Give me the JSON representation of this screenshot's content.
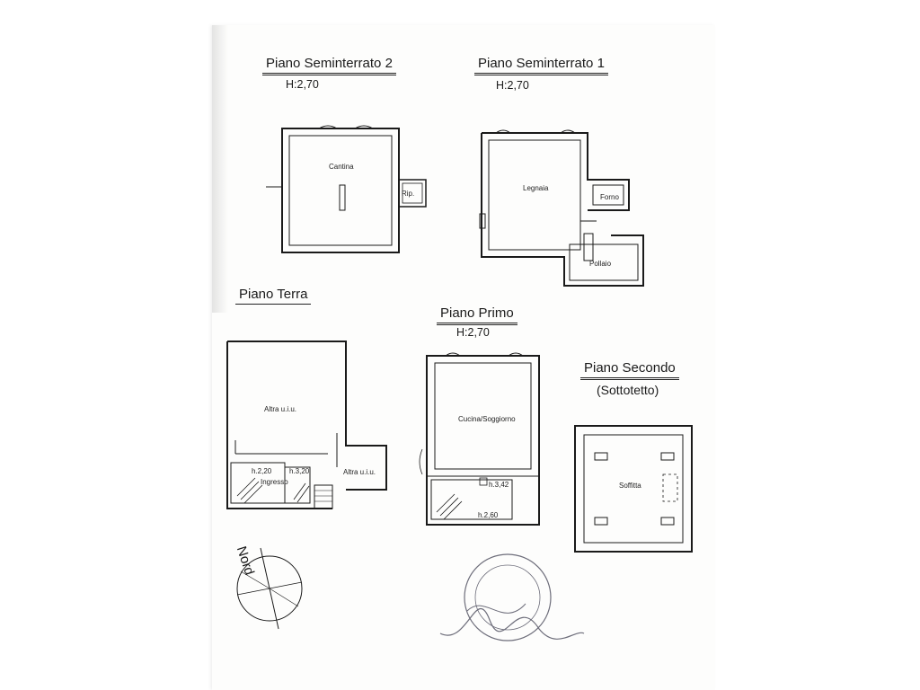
{
  "floors": {
    "seminterrato2": {
      "title": "Piano Seminterrato 2",
      "height": "H:2,70",
      "rooms": {
        "cantina": "Cantina",
        "rip": "Rip."
      }
    },
    "seminterrato1": {
      "title": "Piano Seminterrato 1",
      "height": "H:2,70",
      "rooms": {
        "legnaia": "Legnaia",
        "forno": "Forno",
        "pollaio": "Pollaio"
      }
    },
    "terra": {
      "title": "Piano Terra",
      "rooms": {
        "altra1": "Altra u.i.u.",
        "altra2": "Altra u.i.u.",
        "ingresso": "Ingresso",
        "h220": "h.2,20",
        "h320": "h.3,20"
      }
    },
    "primo": {
      "title": "Piano Primo",
      "height": "H:2,70",
      "rooms": {
        "cucina": "Cucina/Soggiorno",
        "h342": "h.3,42",
        "h260": "h.2,60"
      }
    },
    "secondo": {
      "title": "Piano Secondo",
      "subtitle": "(Sottotetto)",
      "rooms": {
        "soffitta": "Soffitta"
      }
    }
  },
  "compass": {
    "label": "Nord"
  },
  "colors": {
    "line": "#1a1a1a",
    "stamp": "#6d6d7a"
  }
}
